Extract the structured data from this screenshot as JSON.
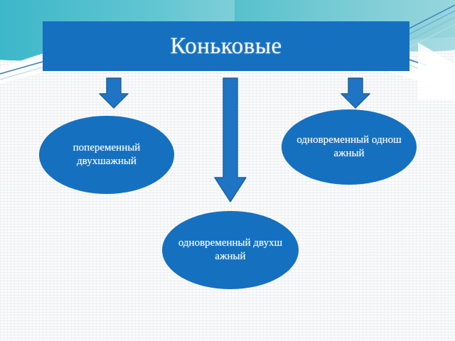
{
  "slide": {
    "title": "Коньковые",
    "background": {
      "style": "teal-wave-banner",
      "band_color_left": "#3fb8c8",
      "band_color_right": "#a8dce0",
      "accent_line_color": "#2a6cb8",
      "page_color": "#fbfbfc"
    },
    "theme": {
      "node_fill": "#1570c0",
      "node_text_color": "#ffffff",
      "arrow_fill": "#1f74c4",
      "arrow_stroke": "#1a5f9e",
      "title_fill": "#1570c0",
      "title_text_color": "#ffffff"
    },
    "nodes": [
      {
        "id": "left",
        "label": "попеременный двухшажный",
        "position": "left"
      },
      {
        "id": "right",
        "label": "одновременный одношажный",
        "position": "right"
      },
      {
        "id": "bottom",
        "label": "одновременный двухшажный",
        "position": "bottom-center"
      }
    ],
    "arrows": [
      {
        "id": "left",
        "direction": "down",
        "length": "short",
        "from": "title",
        "to": "left-node"
      },
      {
        "id": "center",
        "direction": "down",
        "length": "long",
        "from": "title",
        "to": "bottom-node"
      },
      {
        "id": "right",
        "direction": "down",
        "length": "short",
        "from": "title",
        "to": "right-node"
      }
    ]
  }
}
